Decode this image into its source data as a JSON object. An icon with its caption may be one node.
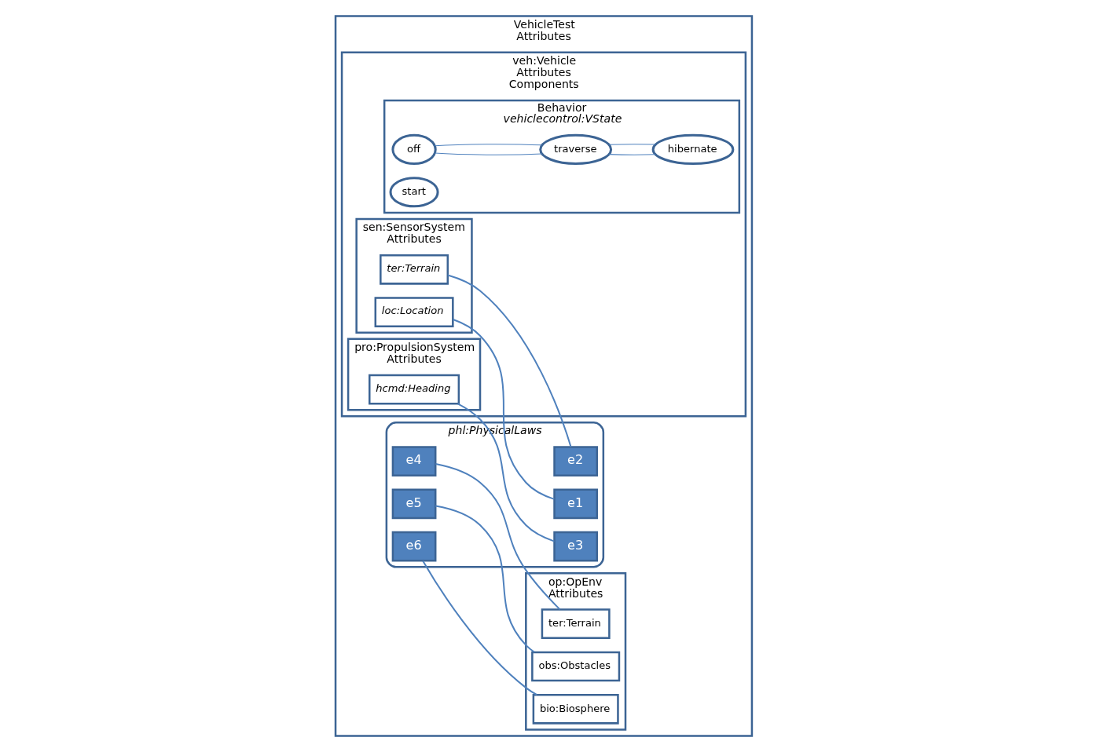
{
  "diagram": {
    "nodes": [
      {
        "text": [
          "VehicleTest",
          "Attributes"
        ]
      },
      {
        "text": [
          "veh:Vehicle",
          "Attributes",
          "Components"
        ],
        "in": 0
      },
      {
        "text": [
          "sen:SensorSystem",
          "Attributes"
        ],
        "in": 1
      },
      {
        "text": [
          "ter:Terrain"
        ],
        "in": 2
      },
      {
        "text": [
          "loc:Location"
        ],
        "in": 2
      },
      {
        "text": [
          "pro:PropulsionSystem",
          "Attributes"
        ],
        "in": 1
      },
      {
        "text": [
          "hcmd:Heading"
        ],
        "in": 5
      },
      {
        "text": [
          "Behavior",
          "vehiclecontrol:VState"
        ],
        "in": 1
      },
      {
        "text": [
          "off"
        ],
        "in": 7
      },
      {
        "text": [
          "traverse"
        ],
        "in": 7
      },
      {
        "text": [
          "start"
        ],
        "in": 7
      },
      {
        "text": [
          "hibernate"
        ],
        "in": 7
      },
      {
        "text": [
          "phl:PhysicalLaws"
        ],
        "in": 0
      },
      {
        "text": [
          "e1"
        ],
        "in": 12
      },
      {
        "text": [
          "e2"
        ],
        "in": 12
      },
      {
        "text": [
          "e3"
        ],
        "in": 12
      },
      {
        "text": [
          "e4"
        ],
        "in": 12
      },
      {
        "text": [
          "e5"
        ],
        "in": 12
      },
      {
        "text": [
          "e6"
        ],
        "in": 12
      },
      {
        "text": [
          "op:OpEnv",
          "Attributes"
        ],
        "in": 0
      },
      {
        "text": [
          "ter:Terrain"
        ],
        "in": 19
      },
      {
        "text": [
          "obs:Obstacles"
        ],
        "in": 19
      },
      {
        "text": [
          "bio:Biosphere"
        ],
        "in": 19
      }
    ],
    "edges": [
      {
        "from": 3,
        "to": 14,
        "arrow": "none"
      },
      {
        "from": 4,
        "to": 13,
        "arrow": "none"
      },
      {
        "from": 6,
        "to": 15,
        "arrow": "none"
      },
      {
        "from": 16,
        "to": 20,
        "arrow": "none"
      },
      {
        "from": 17,
        "to": 21,
        "arrow": "none"
      },
      {
        "from": 18,
        "to": 22,
        "arrow": "none"
      },
      {
        "from": 8,
        "to": 9,
        "arrow": "none"
      },
      {
        "from": 8,
        "to": 9,
        "arrow": "none"
      },
      {
        "from": 9,
        "to": 11,
        "arrow": "none"
      },
      {
        "from": 9,
        "to": 11,
        "arrow": "none"
      }
    ]
  }
}
